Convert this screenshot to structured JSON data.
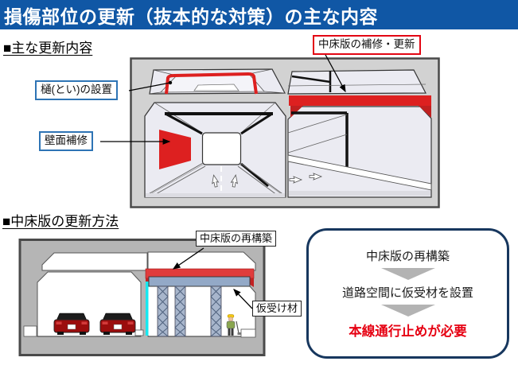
{
  "title": "損傷部位の更新（抜本的な対策）の主な内容",
  "sections": {
    "main_updates": {
      "heading": "■主な更新内容",
      "labels": {
        "slab_repair": "中床版の補修・更新",
        "gutter": "樋(とい)の設置",
        "wall": "壁面補修"
      }
    },
    "method": {
      "heading": "■中床版の更新方法",
      "labels": {
        "rebuild": "中床版の再構築",
        "temp_support": "仮受け材"
      },
      "flow": {
        "steps": [
          "中床版の再構築",
          "道路空間に仮受材を設置"
        ],
        "warning": "本線通行止めが必要"
      }
    }
  },
  "colors": {
    "title_bar_blue": "#1057a5",
    "highlight_red": "#dd2020",
    "blue_label_border": "#2e74b5",
    "red_label_border": "#e30613",
    "flow_box_border": "#17375e",
    "warning_text_red": "#e60012",
    "flow_arrow_gray": "#b3b3b3",
    "panel_gray": "#d2d2d2",
    "structure_gray": "#b5b5b5",
    "support_blue_gray": "#93a9c7",
    "cyan_strip": "#17e8f0"
  },
  "icons": [
    "down-chevron-arrow-icon",
    "car-icon",
    "worker-icon",
    "pointer-arrow-icon"
  ]
}
